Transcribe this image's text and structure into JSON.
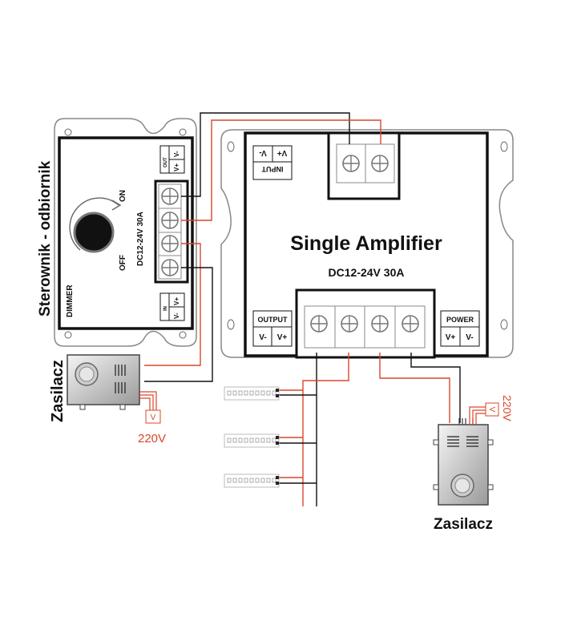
{
  "labels": {
    "controller_caption": "Sterownik - odbiornik",
    "psu_left_caption": "Zasilacz",
    "psu_right_caption": "Zasilacz",
    "mains_left": "220V",
    "mains_right": "220V",
    "volt_box": "V"
  },
  "dimmer": {
    "brand": "DIMMER",
    "on": "ON",
    "off": "OFF",
    "rating": "DC12-24V 30A",
    "out_label": "OUT",
    "out_pins": [
      "V+",
      "V-"
    ],
    "in_label": "IN",
    "in_pins": [
      "V-",
      "V+"
    ]
  },
  "amplifier": {
    "title": "Single Amplifier",
    "rating": "DC12-24V 30A",
    "input_label": "INPUT",
    "input_pins": [
      "V-",
      "V+"
    ],
    "output_label": "OUTPUT",
    "output_pins": [
      "V-",
      "V+"
    ],
    "power_label": "POWER",
    "power_pins": [
      "V+",
      "V-"
    ]
  },
  "colors": {
    "wire_positive": "#d9472b",
    "wire_negative": "#111111"
  }
}
